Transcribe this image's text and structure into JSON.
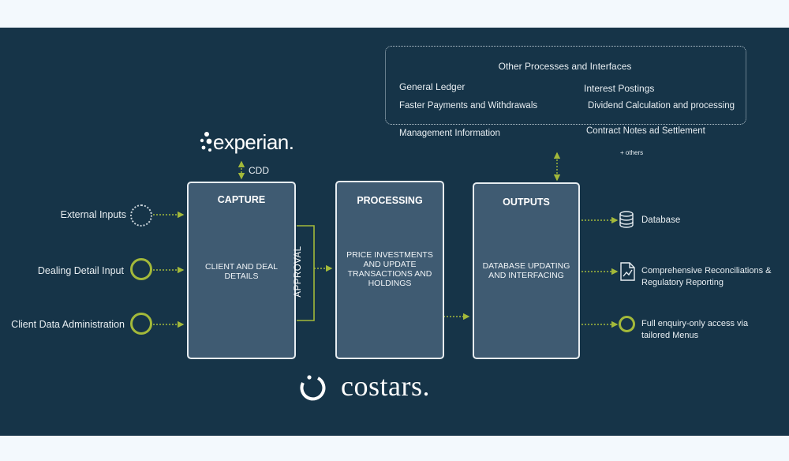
{
  "others": {
    "title": "Other Processes and Interfaces",
    "items": [
      "General Ledger",
      "Interest Postings",
      "Faster Payments and Withdrawals",
      "Dividend Calculation and processing",
      "Management Information",
      "Contract Notes ad Settlement"
    ],
    "note": "+ others"
  },
  "experian": {
    "logo_text": "experian.",
    "link_label": "CDD"
  },
  "inputs": [
    "External Inputs",
    "Dealing Detail Input",
    "Client Data Administration"
  ],
  "boxes": {
    "capture": {
      "title": "CAPTURE",
      "body": "CLIENT AND DEAL DETAILS"
    },
    "approval": {
      "label": "APPROVAL"
    },
    "processing": {
      "title": "PROCESSING",
      "body": "PRICE INVESTMENTS AND UPDATE TRANSACTIONS AND HOLDINGS"
    },
    "outputs": {
      "title": "OUTPUTS",
      "body": "DATABASE UPDATING AND INTERFACING"
    }
  },
  "outputs_list": [
    "Database",
    "Comprehensive Reconciliations & Regulatory Reporting",
    "Full enquiry-only access via tailored Menus"
  ],
  "brand": {
    "name": "costars."
  },
  "colors": {
    "background": "#163448",
    "box_fill": "#3f5b72",
    "accent_green": "#a3b93a",
    "page": "#f3f9fd"
  }
}
